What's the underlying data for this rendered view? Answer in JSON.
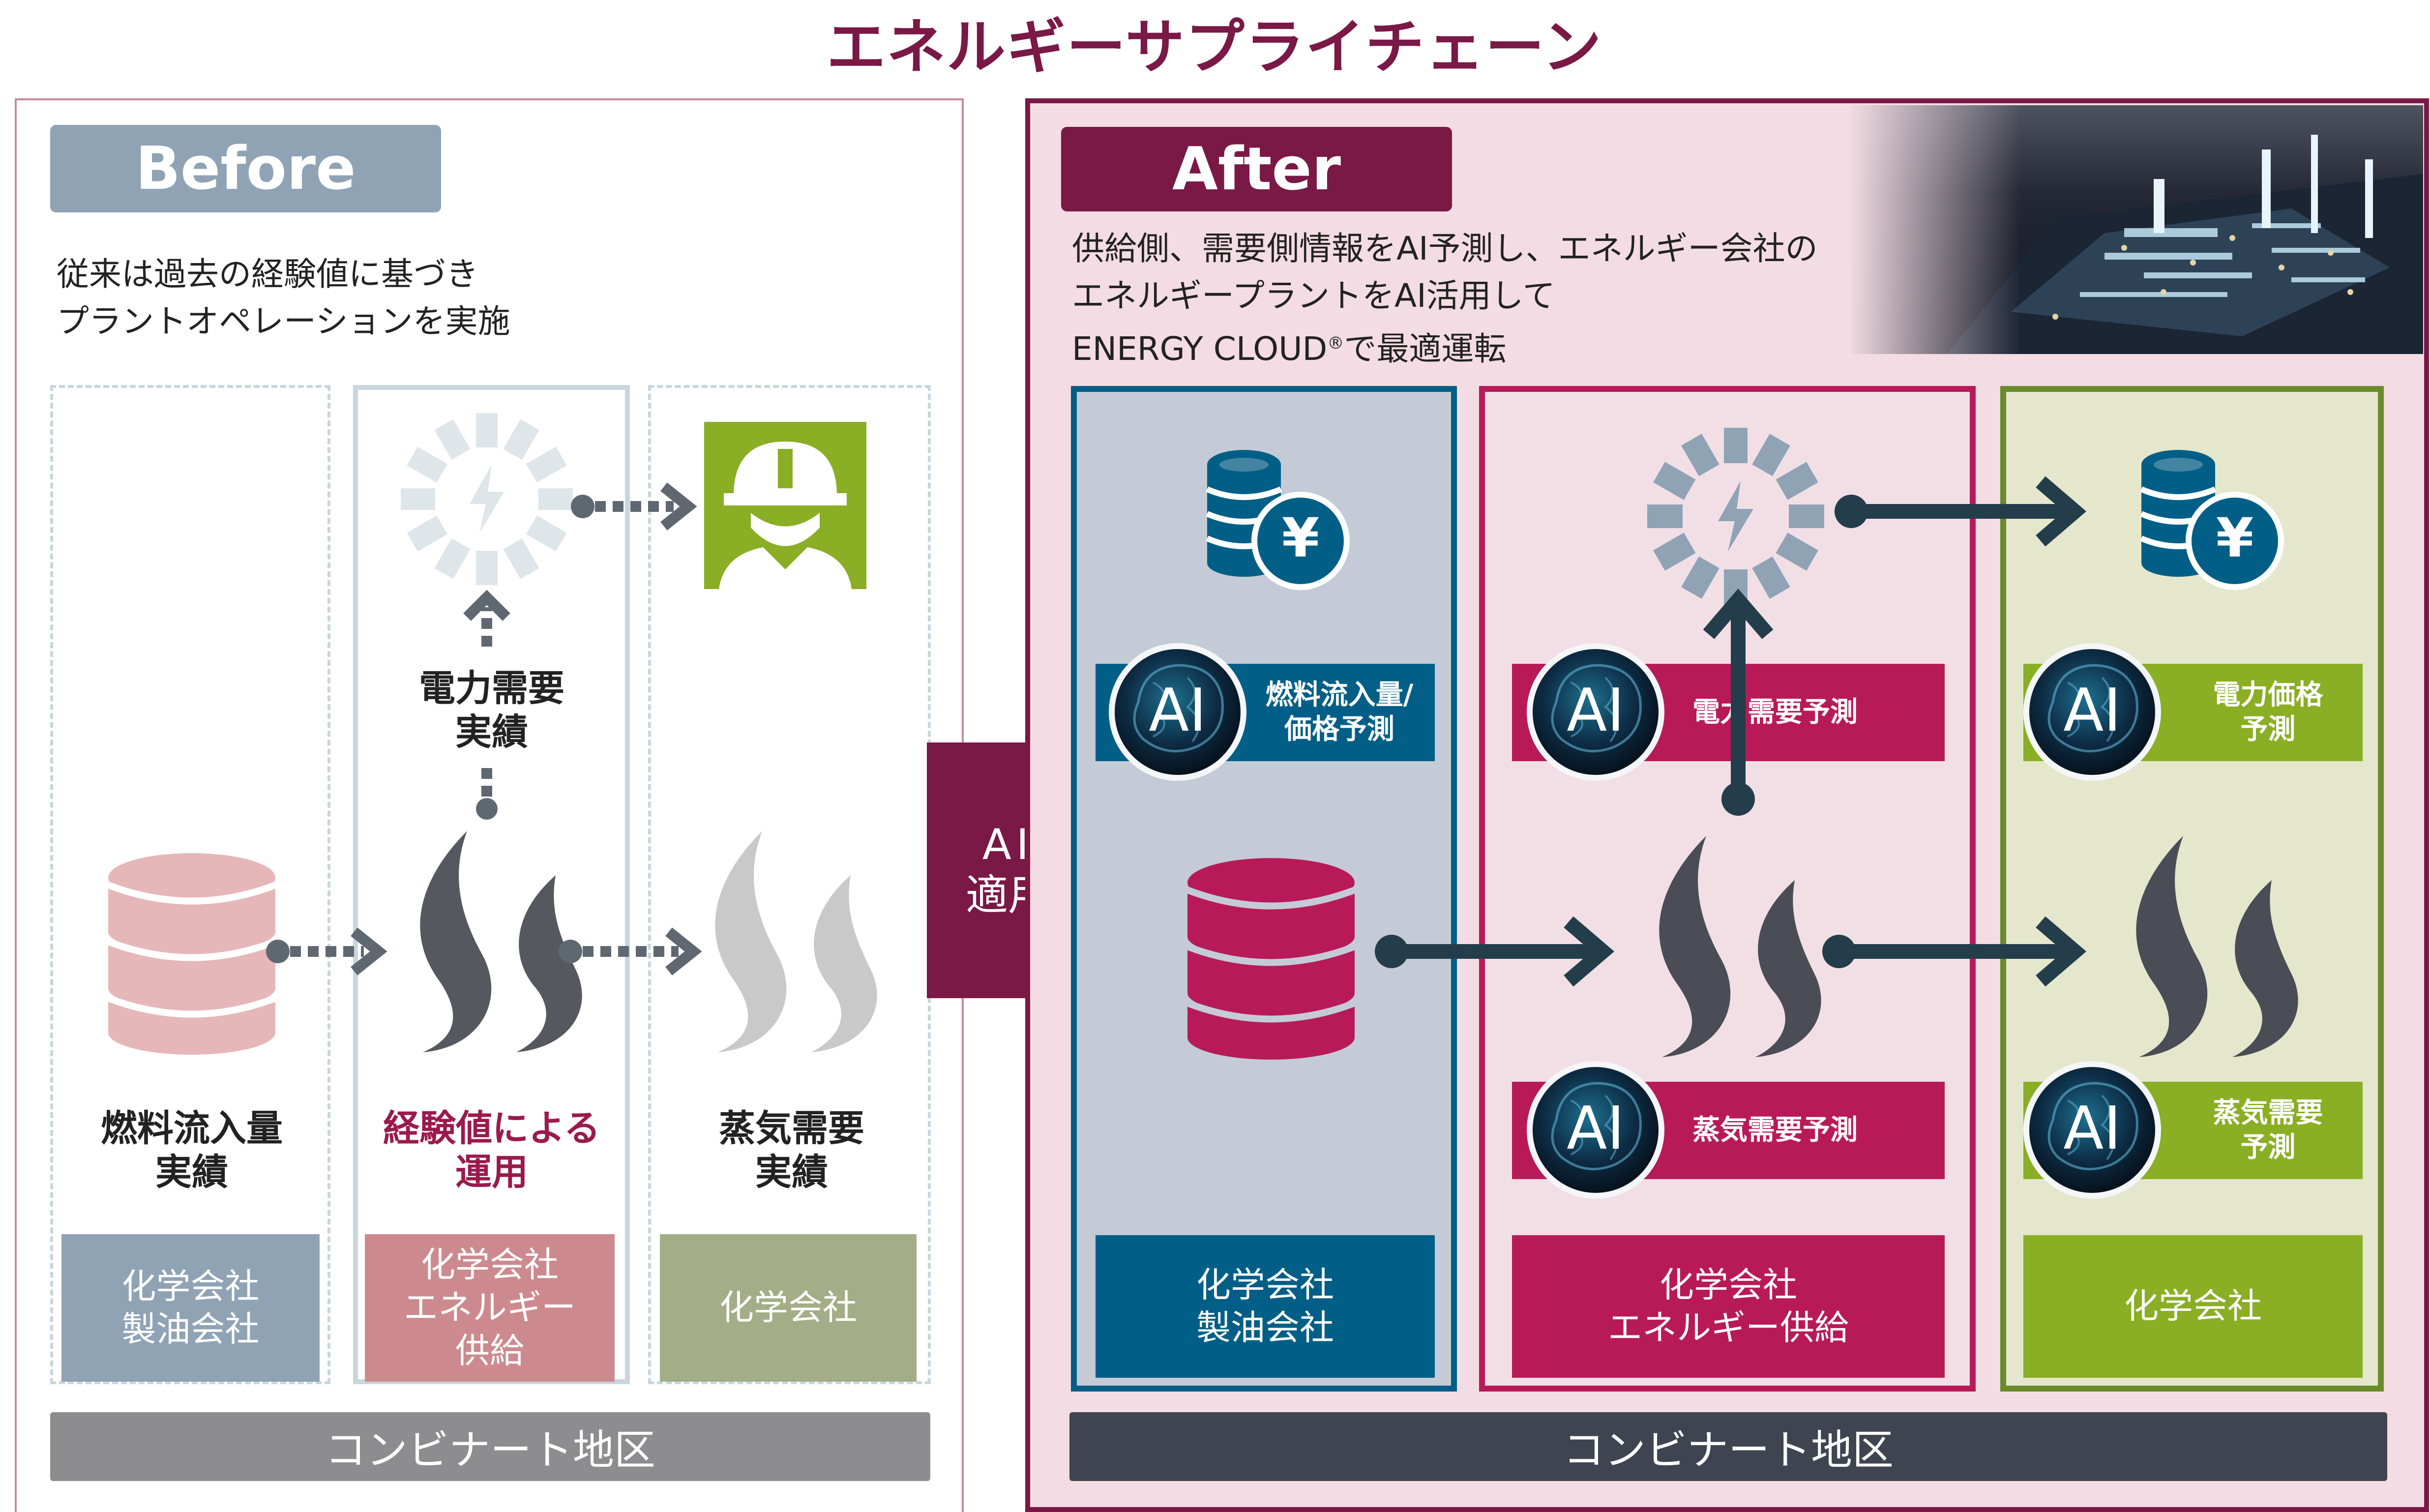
{
  "title": "エネルギーサプライチェーン",
  "before": {
    "badge": "Before",
    "desc_line1": "従来は過去の経験値に基づき",
    "desc_line2": "プラントオペレーションを実施",
    "labels": {
      "fuel": [
        "燃料流入量",
        "実績"
      ],
      "power": [
        "電力需要",
        "実績"
      ],
      "operation": [
        "経験値による",
        "運用"
      ],
      "steam": [
        "蒸気需要",
        "実績"
      ]
    },
    "boxes": {
      "col1": [
        "化学会社",
        "製油会社"
      ],
      "col2": [
        "化学会社",
        "エネルギー",
        "供給"
      ],
      "col3": [
        "化学会社"
      ]
    },
    "footer": "コンビナート地区"
  },
  "arrow_label": [
    "AI",
    "適用"
  ],
  "after": {
    "badge": "After",
    "desc_line1": "供給側、需要側情報をAI予測し、エネルギー会社の",
    "desc_line2": "エネルギープラントをAI活用して",
    "desc_line3_a": "ENERGY CLOUD",
    "desc_line3_sup": "®",
    "desc_line3_b": "で最適運転",
    "ai_badge": "AI",
    "ai_bars": {
      "fuel_price": [
        "燃料流入量/",
        "価格予測"
      ],
      "power_demand": "電力需要予測",
      "power_price": [
        "電力価格",
        "予測"
      ],
      "steam_demand": "蒸気需要予測",
      "steam_demand2": [
        "蒸気需要",
        "予測"
      ]
    },
    "boxes": {
      "col1": [
        "化学会社",
        "製油会社"
      ],
      "col2": [
        "化学会社",
        "エネルギー供給"
      ],
      "col3": [
        "化学会社"
      ]
    },
    "footer": "コンビナート地区"
  },
  "icons": {
    "yen_symbol": "¥",
    "names": [
      "database-icon",
      "flame-icon",
      "power-gear-icon",
      "worker-icon",
      "coins-yen-icon",
      "ai-brain-icon",
      "plant-photo"
    ]
  },
  "colors": {
    "title": "#7a1846",
    "before_badge": "#8fa3b5",
    "after_badge": "#7a1846",
    "after_panel_bg": "#f3dce3",
    "blue_col": "#015f87",
    "magenta_col": "#b81a58",
    "green_col": "#8aae24",
    "before_blue": "#8fa3b5",
    "before_pink": "#cc8a8e",
    "before_green": "#a3ad87",
    "footer_before": "#8d8d8f",
    "footer_after": "#3e4550"
  }
}
